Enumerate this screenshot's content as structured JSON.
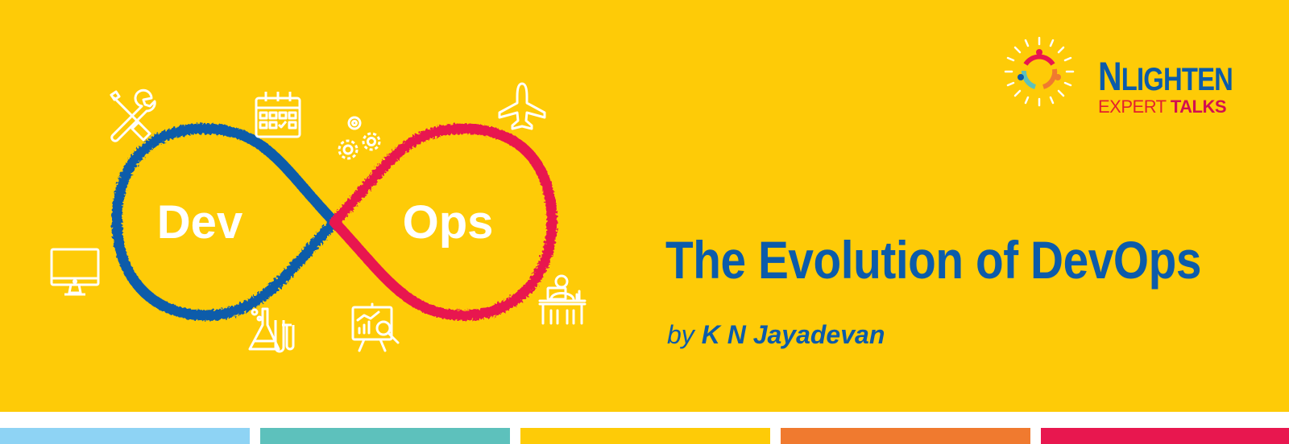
{
  "brand": {
    "word_initial": "N",
    "word_rest": "LIGHTEN",
    "tagline_prefix": "EXPERT ",
    "tagline_strong": "TALKS"
  },
  "infinity": {
    "left_label": "Dev",
    "right_label": "Ops"
  },
  "icons": [
    "tools-icon",
    "calendar-icon",
    "gears-icon",
    "airplane-icon",
    "monitor-icon",
    "lab-flask-icon",
    "analytics-presentation-icon",
    "developer-desk-icon"
  ],
  "title": "The Evolution of DevOps",
  "byline": {
    "prefix": "by ",
    "author": "K N Jayadevan"
  },
  "colors": {
    "background": "#FECB07",
    "blue": "#0B5BAA",
    "pink": "#E8174F",
    "stripes": [
      "#8ED3F4",
      "#5DC1BC",
      "#FECB07",
      "#F07A2F",
      "#E8174F"
    ]
  }
}
